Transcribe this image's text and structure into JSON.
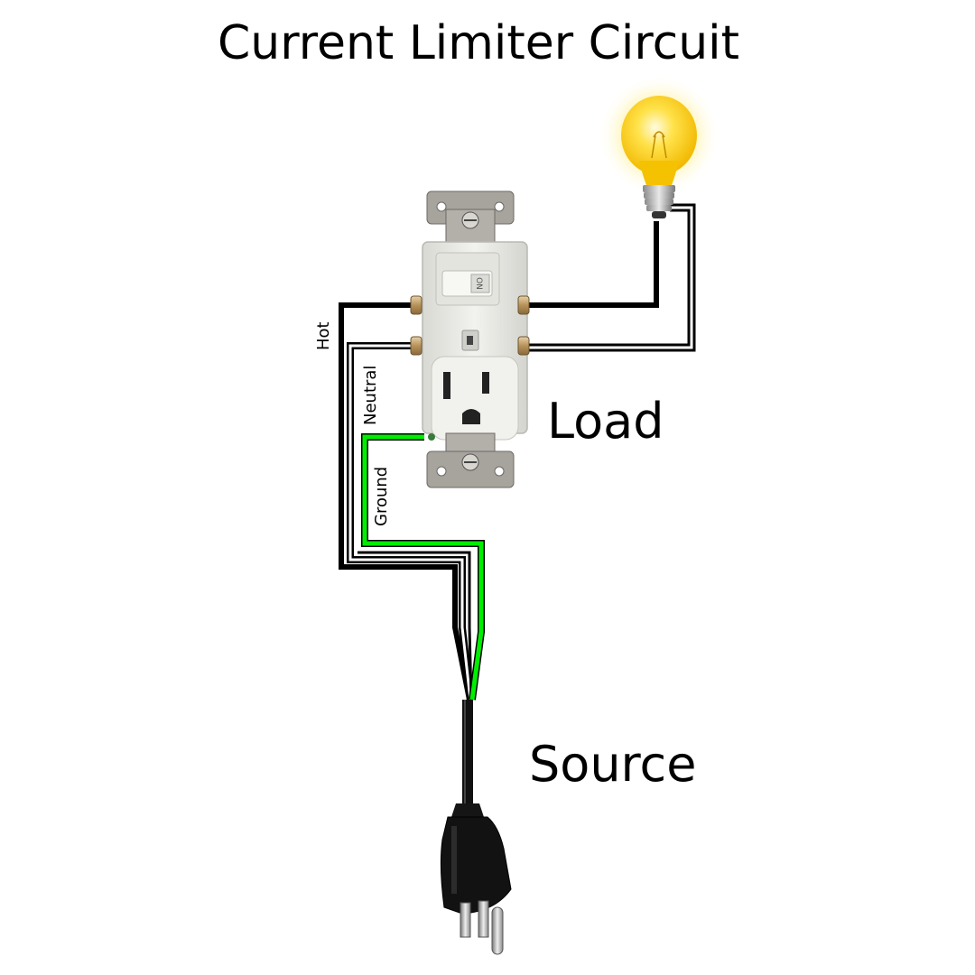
{
  "title": "Current Limiter Circuit",
  "labels": {
    "load": "Load",
    "source": "Source"
  },
  "wires": {
    "hot": "Hot",
    "neutral": "Neutral",
    "ground": "Ground"
  },
  "colors": {
    "hot_wire": "#000000",
    "neutral_wire": "#ffffff",
    "ground_wire": "#00ee00",
    "bulb_glass": "#ffd21a",
    "bulb_glow": "#fff3a0",
    "device_body": "#eaeae6",
    "strap_metal": "#a29e98",
    "plug_body": "#111111"
  }
}
